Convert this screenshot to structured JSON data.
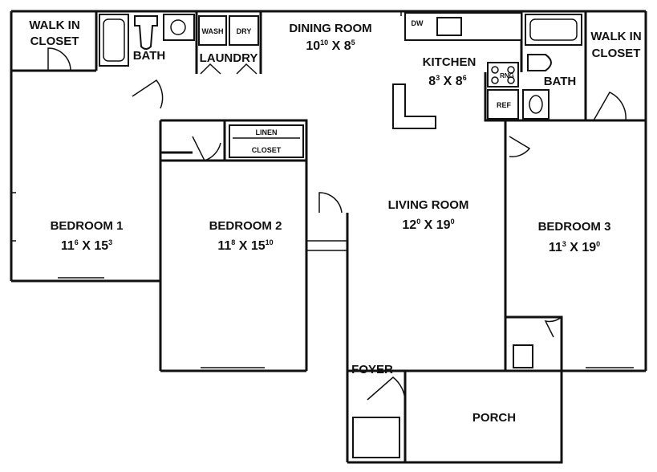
{
  "rooms": {
    "walk_in_closet_1": {
      "line1": "WALK IN",
      "line2": "CLOSET"
    },
    "bath_1": {
      "name": "BATH"
    },
    "wash": {
      "name": "WASH"
    },
    "dry": {
      "name": "DRY"
    },
    "laundry": {
      "name": "LAUNDRY"
    },
    "dining_room": {
      "name": "DINING ROOM",
      "width": "10",
      "width_in": "10",
      "depth": "8",
      "depth_in": "5"
    },
    "dw": {
      "name": "DW"
    },
    "kitchen": {
      "name": "KITCHEN",
      "width": "8",
      "width_in": "3",
      "depth": "8",
      "depth_in": "6"
    },
    "range": {
      "name": "RNG"
    },
    "ref": {
      "name": "REF"
    },
    "bath_2": {
      "name": "BATH"
    },
    "walk_in_closet_2": {
      "line1": "WALK IN",
      "line2": "CLOSET"
    },
    "linen_closet": {
      "line1": "LINEN",
      "line2": "CLOSET"
    },
    "bedroom_1": {
      "name": "BEDROOM 1",
      "width": "11",
      "width_in": "6",
      "depth": "15",
      "depth_in": "3"
    },
    "bedroom_2": {
      "name": "BEDROOM 2",
      "width": "11",
      "width_in": "8",
      "depth": "15",
      "depth_in": "10"
    },
    "living_room": {
      "name": "LIVING ROOM",
      "width": "12",
      "width_in": "0",
      "depth": "19",
      "depth_in": "0"
    },
    "bedroom_3": {
      "name": "BEDROOM 3",
      "width": "11",
      "width_in": "3",
      "depth": "19",
      "depth_in": "0"
    },
    "foyer": {
      "name": "FOYER"
    },
    "porch": {
      "name": "PORCH"
    }
  },
  "dimension_separator": "X"
}
